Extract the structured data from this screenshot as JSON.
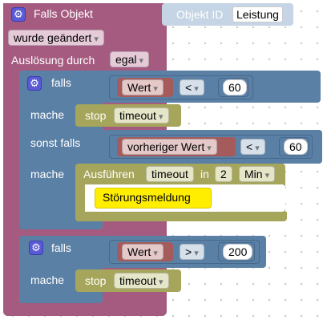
{
  "falls_objekt": {
    "title": "Falls Objekt",
    "objekt_id_label": "Objekt ID",
    "objekt_id_value": "Leistung",
    "trigger": "wurde geändert",
    "ausloesung_label": "Auslösung durch",
    "ausloesung_value": "egal"
  },
  "if_block_1": {
    "falls_label": "falls",
    "mache_label": "mache",
    "sonst_falls_label": "sonst falls",
    "mache2_label": "mache",
    "cond1": {
      "var": "Wert",
      "op": "<",
      "value": "60"
    },
    "do1": {
      "stop_label": "stop",
      "stop_value": "timeout"
    },
    "cond2": {
      "var": "vorheriger Wert",
      "op": "<",
      "value": "60"
    },
    "do2": {
      "ausfuehren_label": "Ausführen",
      "timer_name": "timeout",
      "in_label": "in",
      "delay_value": "2",
      "unit": "Min",
      "statement": "Störungsmeldung"
    }
  },
  "if_block_2": {
    "falls_label": "falls",
    "mache_label": "mache",
    "cond": {
      "var": "Wert",
      "op": ">",
      "value": "200"
    },
    "do": {
      "stop_label": "stop",
      "stop_value": "timeout"
    }
  },
  "colors": {
    "trigger_block": "#a55b80",
    "logic_block": "#5b80a5",
    "timer_block": "#a5a55b",
    "value_block": "#a55b5b",
    "objekt_id_block": "#c5d5e5"
  }
}
